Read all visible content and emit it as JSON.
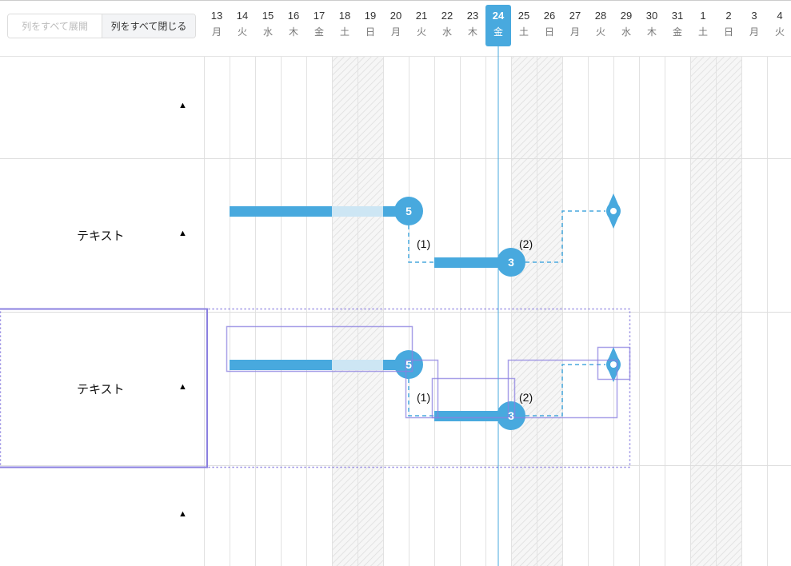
{
  "toolbar": {
    "expand_all": "列をすべて展開",
    "collapse_all": "列をすべて閉じる"
  },
  "days": [
    {
      "d": "13",
      "w": "月"
    },
    {
      "d": "14",
      "w": "火"
    },
    {
      "d": "15",
      "w": "水"
    },
    {
      "d": "16",
      "w": "木"
    },
    {
      "d": "17",
      "w": "金"
    },
    {
      "d": "18",
      "w": "土",
      "weekend": true
    },
    {
      "d": "19",
      "w": "日",
      "weekend": true
    },
    {
      "d": "20",
      "w": "月"
    },
    {
      "d": "21",
      "w": "火"
    },
    {
      "d": "22",
      "w": "水"
    },
    {
      "d": "23",
      "w": "木"
    },
    {
      "d": "24",
      "w": "金",
      "today": true
    },
    {
      "d": "25",
      "w": "土",
      "weekend": true
    },
    {
      "d": "26",
      "w": "日",
      "weekend": true
    },
    {
      "d": "27",
      "w": "月"
    },
    {
      "d": "28",
      "w": "火"
    },
    {
      "d": "29",
      "w": "水"
    },
    {
      "d": "30",
      "w": "木"
    },
    {
      "d": "31",
      "w": "金"
    },
    {
      "d": "1",
      "w": "土",
      "weekend": true
    },
    {
      "d": "2",
      "w": "日",
      "weekend": true
    },
    {
      "d": "3",
      "w": "月"
    },
    {
      "d": "4",
      "w": "火"
    }
  ],
  "rows": [
    {
      "label": ""
    },
    {
      "label": "テキスト",
      "task1_value": "5",
      "task2_value": "3",
      "dep1": "(1)",
      "dep2": "(2)"
    },
    {
      "label": "テキスト",
      "task1_value": "5",
      "task2_value": "3",
      "dep1": "(1)",
      "dep2": "(2)"
    },
    {
      "label": ""
    }
  ],
  "colors": {
    "accent": "#48a9de",
    "selection": "#8b80e0"
  }
}
